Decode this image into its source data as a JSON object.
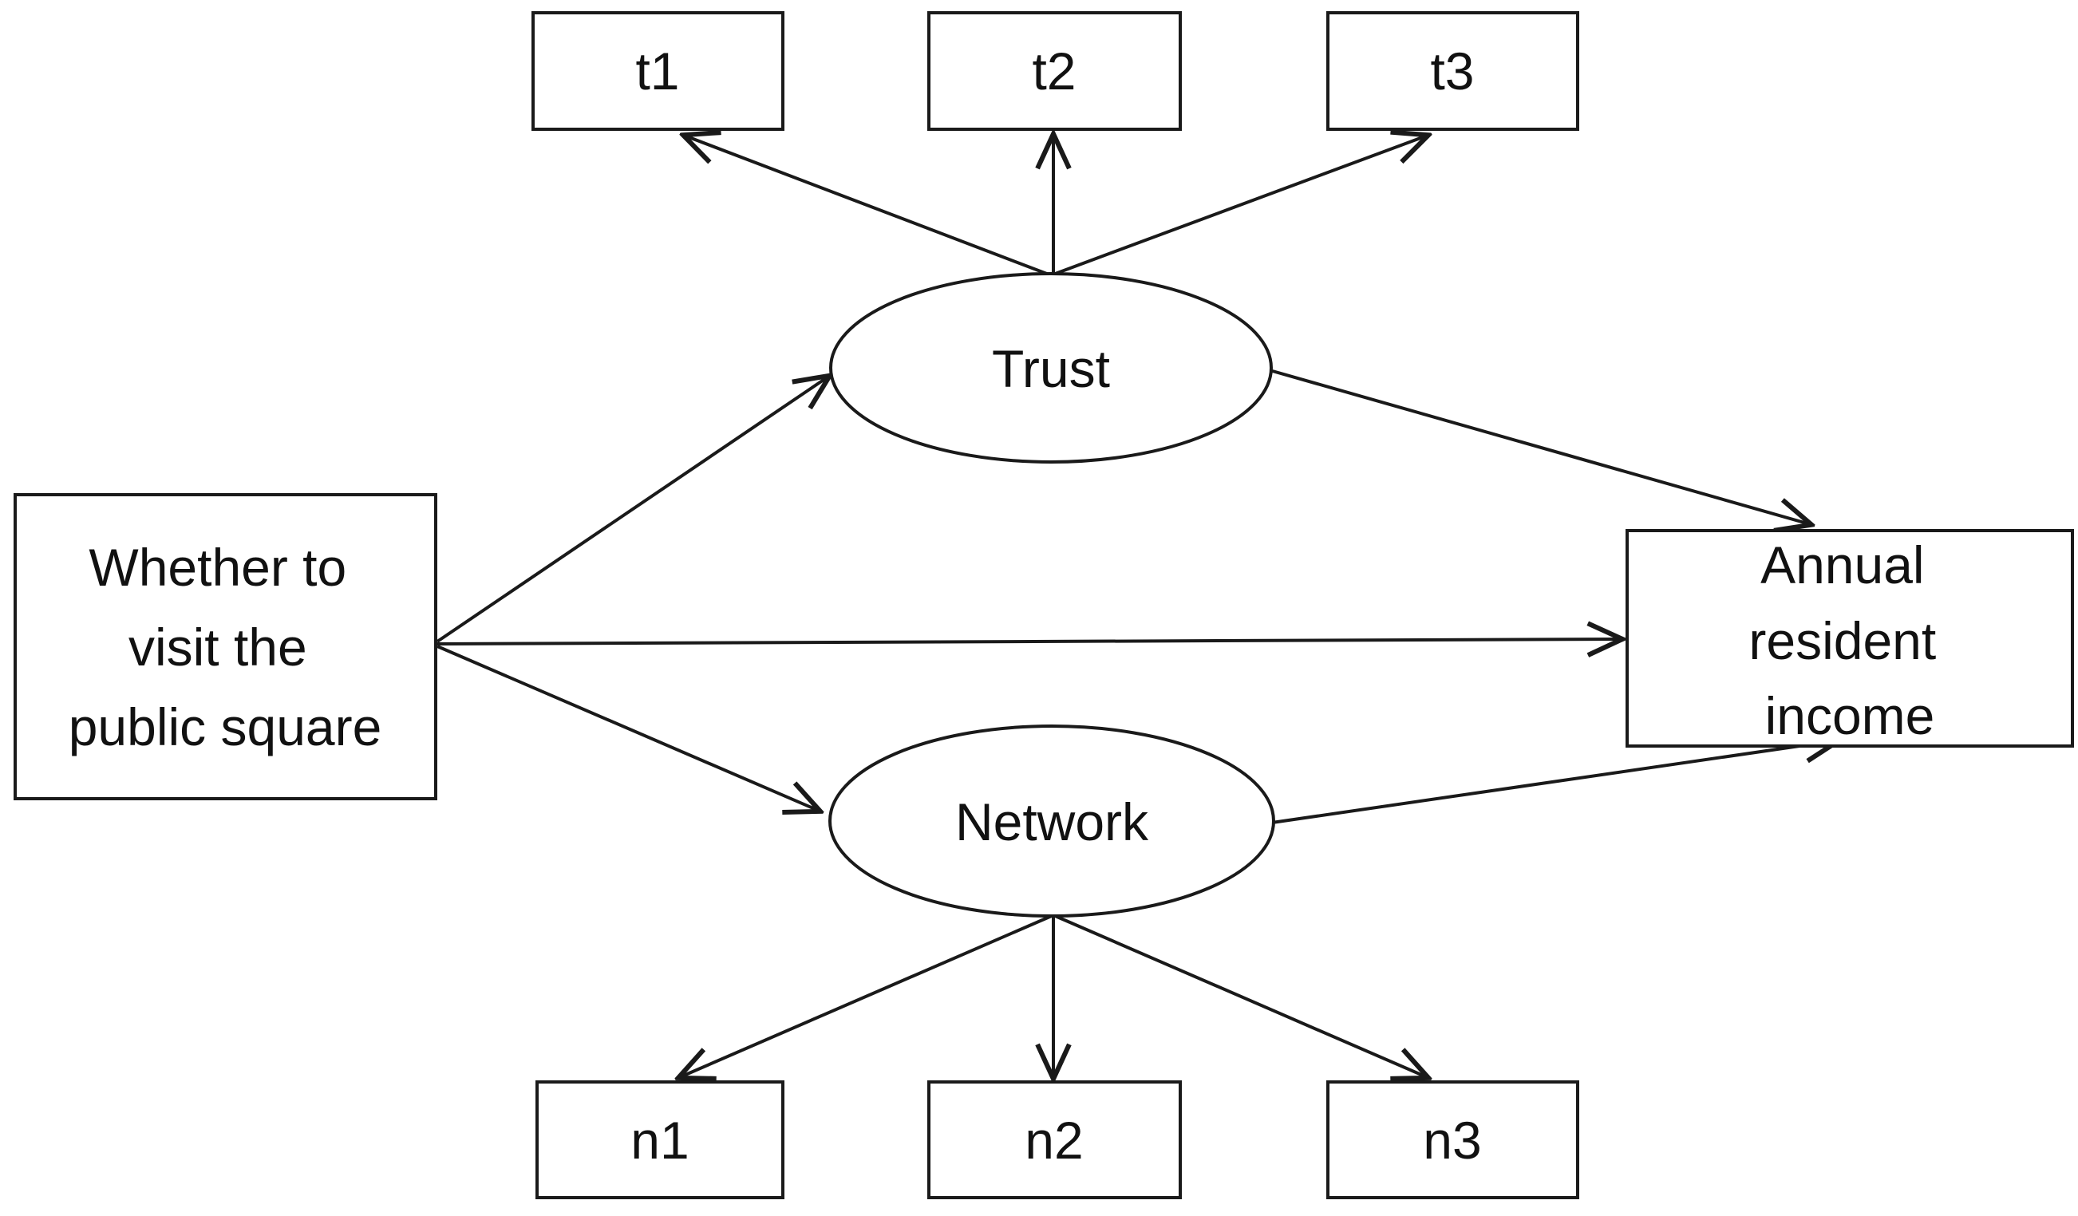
{
  "diagram": {
    "type": "sem-path-diagram",
    "background_color": "#ffffff",
    "stroke_color": "#1a1a1a",
    "text_color": "#111111",
    "nodes": {
      "t1": {
        "label": "t1",
        "shape": "rect",
        "role": "indicator"
      },
      "t2": {
        "label": "t2",
        "shape": "rect",
        "role": "indicator"
      },
      "t3": {
        "label": "t3",
        "shape": "rect",
        "role": "indicator"
      },
      "trust": {
        "label": "Trust",
        "shape": "ellipse",
        "role": "latent"
      },
      "network": {
        "label": "Network",
        "shape": "ellipse",
        "role": "latent"
      },
      "square": {
        "label": "Whether to visit the public square",
        "lines": [
          "Whether to",
          "visit the",
          "public square"
        ],
        "shape": "rect",
        "role": "observed"
      },
      "income": {
        "label": "Annual resident income",
        "lines": [
          "Annual",
          "resident",
          "income"
        ],
        "shape": "rect",
        "role": "observed"
      },
      "n1": {
        "label": "n1",
        "shape": "rect",
        "role": "indicator"
      },
      "n2": {
        "label": "n2",
        "shape": "rect",
        "role": "indicator"
      },
      "n3": {
        "label": "n3",
        "shape": "rect",
        "role": "indicator"
      }
    },
    "edges": [
      {
        "from": "trust",
        "to": "t1"
      },
      {
        "from": "trust",
        "to": "t2"
      },
      {
        "from": "trust",
        "to": "t3"
      },
      {
        "from": "square",
        "to": "trust"
      },
      {
        "from": "square",
        "to": "income"
      },
      {
        "from": "square",
        "to": "network"
      },
      {
        "from": "trust",
        "to": "income"
      },
      {
        "from": "network",
        "to": "income"
      },
      {
        "from": "network",
        "to": "n1"
      },
      {
        "from": "network",
        "to": "n2"
      },
      {
        "from": "network",
        "to": "n3"
      }
    ]
  }
}
